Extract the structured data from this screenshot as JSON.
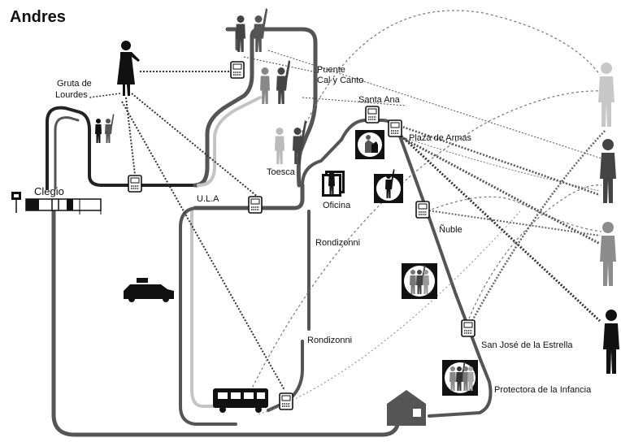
{
  "title": "Andres",
  "places": {
    "gruta_line1": "Gruta de",
    "gruta_line2": "Lourdes",
    "clegio": "Clegio",
    "ula": "U.L.A",
    "puente_line1": "Puente",
    "puente_line2": "Cal y Canto",
    "santa_ana": "Santa Ana",
    "plaza_de_armas": "Plaza de Armas",
    "toesca": "Toesca",
    "oficina": "Oficina",
    "nuble": "Ñuble",
    "rondizonni_1": "Rondizonni",
    "rondizonni_2": "Rondizonni",
    "san_jose": "San José de la Estrella",
    "protectora": "Protectora de la Infancia"
  },
  "colors": {
    "route_dark": "#555555",
    "route_light": "#c4c4c4",
    "route_black": "#111111",
    "figure_black": "#111111",
    "figure_dark": "#444444",
    "figure_gray": "#8c8c8c",
    "figure_light": "#c8c8c8"
  },
  "icons": {
    "validator": "card-validator-icon",
    "bus": "bus-icon",
    "taxi": "taxi-icon",
    "house": "house-icon",
    "bus_stop": "bus-stop-sign-icon",
    "person": "person-figure-icon",
    "scene": "circular-scene-badge-icon"
  }
}
